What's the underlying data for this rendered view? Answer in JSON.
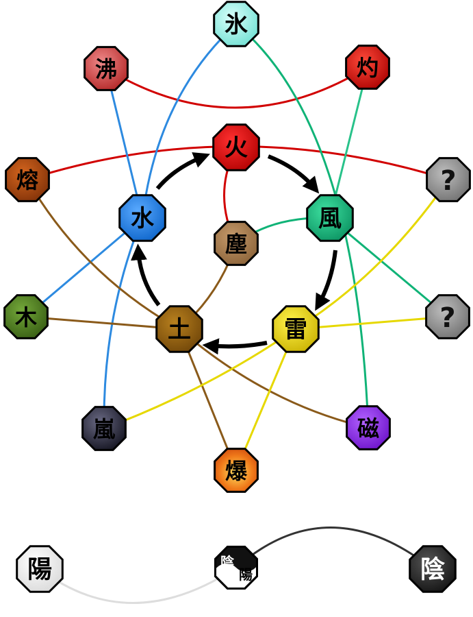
{
  "colors": {
    "fire": "#d10000",
    "water": "#1e7fe0",
    "wind": "#10b377",
    "lightning": "#e0cf00",
    "earth": "#8a5712",
    "dust": "#a0764a",
    "ice": "#8ff0e4",
    "boil": "#c83a3a",
    "scorch": "#cc0000",
    "lava": "#a8450f",
    "wood": "#4d7d20",
    "storm": "#222236",
    "explosion": "#ee6a14",
    "magnet": "#8a1ee6",
    "unknown": "#8c8c8c",
    "yang": "#f0f0f0",
    "yin": "#222222",
    "line_ice": "#28c28a",
    "line_storm": "#2d8ae0",
    "line_lava": "#8a5a1a",
    "line_unknown": "#e6d800",
    "line_yang": "#dddddd",
    "line_yin": "#333333"
  },
  "nodes": {
    "fire": "火",
    "water": "水",
    "wind": "風",
    "lightning": "雷",
    "earth": "土",
    "dust": "塵",
    "ice": "氷",
    "boil": "沸",
    "scorch": "灼",
    "lava": "熔",
    "wood": "木",
    "storm": "嵐",
    "explosion": "爆",
    "magnet": "磁",
    "unknown_1": "?",
    "unknown_2": "?",
    "yang": "陽",
    "yin": "陰",
    "yinyang_yin": "陰",
    "yinyang_yang": "陽"
  }
}
